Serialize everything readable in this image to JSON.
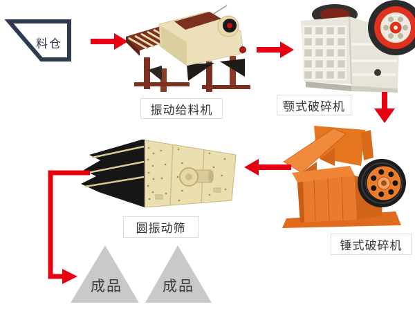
{
  "flowchart": {
    "hopper": {
      "label": "料仓"
    },
    "stations": [
      {
        "id": "vibrating-feeder",
        "label": "振动给料机"
      },
      {
        "id": "jaw-crusher",
        "label": "颚式破碎机"
      },
      {
        "id": "hammer-crusher",
        "label": "锤式破碎机"
      },
      {
        "id": "circular-vibrating-screen",
        "label": "圆振动筛"
      }
    ],
    "products": [
      {
        "label": "成品"
      },
      {
        "label": "成品"
      }
    ],
    "arrows": [
      {
        "from": "料仓",
        "to": "振动给料机",
        "direction": "right"
      },
      {
        "from": "振动给料机",
        "to": "颚式破碎机",
        "direction": "right"
      },
      {
        "from": "颚式破碎机",
        "to": "锤式破碎机",
        "direction": "down"
      },
      {
        "from": "锤式破碎机",
        "to": "圆振动筛",
        "direction": "left"
      },
      {
        "from": "圆振动筛",
        "to": "成品",
        "direction": "down-right-elbow"
      }
    ],
    "colors": {
      "background": "#ffffff",
      "arrow_red": "#e60012",
      "hopper_outline": "#2e3b4e",
      "label_border": "#dcdcdc",
      "label_text": "#333333",
      "product_triangle_fill": "#c9c9c9",
      "product_text": "#3c3c3c",
      "feeder_body": "#ece0ba",
      "feeder_frame": "#7b3020",
      "jaw_crusher_body": "#eceae2",
      "jaw_flywheel_red": "#e0301e",
      "hammer_crusher_body": "#ed7d2b",
      "screen_deck_black": "#161616",
      "screen_panel_beige": "#eadfae"
    }
  }
}
